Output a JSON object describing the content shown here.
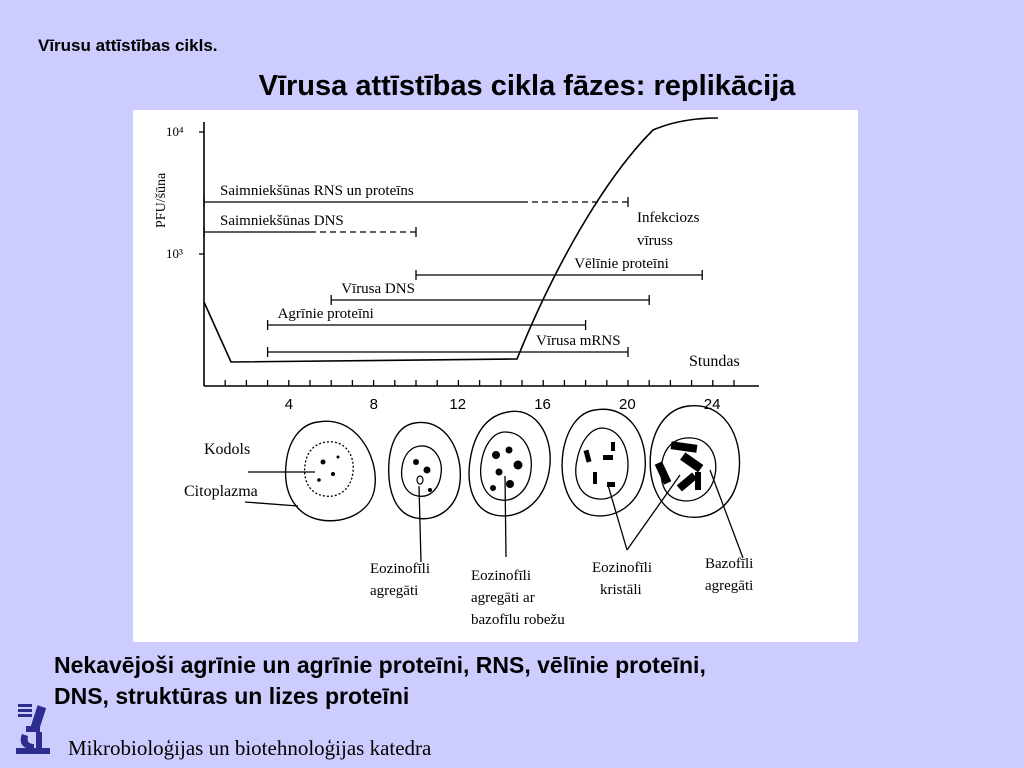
{
  "header": {
    "breadcrumb": "Vīrusu attīstības cikls.",
    "title": "Vīrusa attīstības cikla fāzes: replikācija"
  },
  "figure": {
    "y_axis_label": "PFU/šūna",
    "y_ticks": [
      "10⁴",
      "10³"
    ],
    "x_axis_label": "Stundas",
    "x_ticks": [
      "4",
      "8",
      "12",
      "16",
      "20",
      "24"
    ],
    "phases": [
      {
        "label": "Saimniekšūnas RNS un proteīns",
        "start_h": 0,
        "end_h": 20,
        "dashed_from_h": 15
      },
      {
        "label": "Saimniekšūnas DNS",
        "start_h": 0,
        "end_h": 10,
        "dashed_from_h": 5
      },
      {
        "label": "Vēlīnie proteīni",
        "start_h": 10,
        "end_h": 23.5
      },
      {
        "label": "Vīrusa DNS",
        "start_h": 6,
        "end_h": 21
      },
      {
        "label": "Agrīnie proteīni",
        "start_h": 3,
        "end_h": 18
      },
      {
        "label": "Vīrusa mRNS",
        "start_h": 3,
        "end_h": 20
      }
    ],
    "curve_label_line1": "Infekciozs",
    "curve_label_line2": "vīruss",
    "cell_labels": {
      "nucleus": "Kodols",
      "cytoplasm": "Citoplazma",
      "eosinophil_aggregates_1": "Eozinofīli",
      "eosinophil_aggregates_2": "agregāti",
      "eosinophil_border_1": "Eozinofīli",
      "eosinophil_border_2": "agregāti ar",
      "eosinophil_border_3": "bazofīlu robežu",
      "eosinophil_crystals_1": "Eozinofīli",
      "eosinophil_crystals_2": "kristāli",
      "basophil_aggregates_1": "Bazofīli",
      "basophil_aggregates_2": "agregāti"
    }
  },
  "caption": {
    "line1": "Nekavējoši agrīnie un agrīnie proteīni, RNS, vēlīnie proteīni,",
    "line2": "DNS, struktūras un lizes proteīni"
  },
  "footer": {
    "department": "Mikrobioloģijas un biotehnoloģijas katedra",
    "logo_icon": "microscope-icon"
  }
}
